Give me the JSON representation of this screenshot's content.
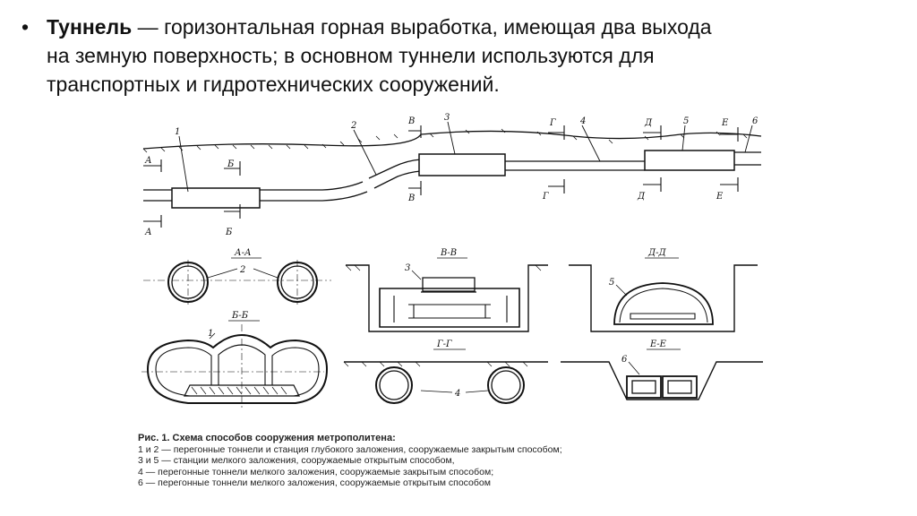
{
  "bullet": {
    "marker": "•",
    "term": "Туннель",
    "line1": " — горизонтальная горная выработка, имеющая два выхода",
    "line2": "на земную поверхность; в основном туннели используются для",
    "line3": "транспортных и гидротехнических сооружений."
  },
  "figure": {
    "plan_labels": {
      "n1": "1",
      "n2": "2",
      "n3": "3",
      "n4": "4",
      "n5": "5",
      "n6": "6",
      "a": "А",
      "b": "Б",
      "v": "В",
      "g": "Г",
      "d": "Д",
      "e": "Е"
    },
    "sections": {
      "aa": "А-А",
      "bb": "Б-Б",
      "vv": "В-В",
      "gg": "Г-Г",
      "dd": "Д-Д",
      "ee": "Е-Е"
    },
    "section_numbers": {
      "aa": "2",
      "bb": "1",
      "vv": "3",
      "gg": "4",
      "dd": "5",
      "ee": "6"
    },
    "caption": {
      "title": "Рис. 1. Схема способов сооружения метрополитена:",
      "line1": "1 и 2 — перегонные тоннели и станция глубокого заложения, сооружаемые закрытым способом;",
      "line2": "3 и 5 — станции мелкого заложения, сооружаемые открытым способом,",
      "line3": "4 — перегонные тоннели мелкого заложения, сооружаемые закрытым способом;",
      "line4": "6 — перегонные тоннели мелкого заложения, сооружаемые открытым способом"
    }
  }
}
